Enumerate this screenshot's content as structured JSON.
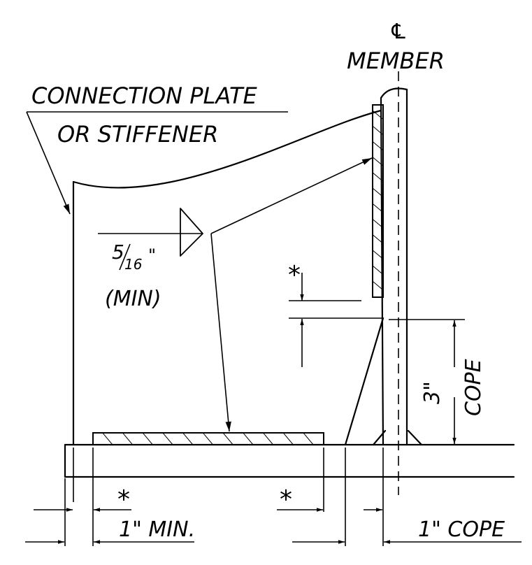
{
  "labels": {
    "centerline_symbol": "℄",
    "member": "MEMBER",
    "connection_line1": "CONNECTION PLATE",
    "connection_line2": "OR STIFFENER",
    "weld_numerator": "5",
    "weld_denominator": "16",
    "weld_inch": "\"",
    "min_paren": "(MIN)",
    "asterisk": "*",
    "cope_value": "3\"",
    "cope": "COPE",
    "one_inch_min": "1\" MIN.",
    "one_inch_cope": "1\" COPE"
  }
}
